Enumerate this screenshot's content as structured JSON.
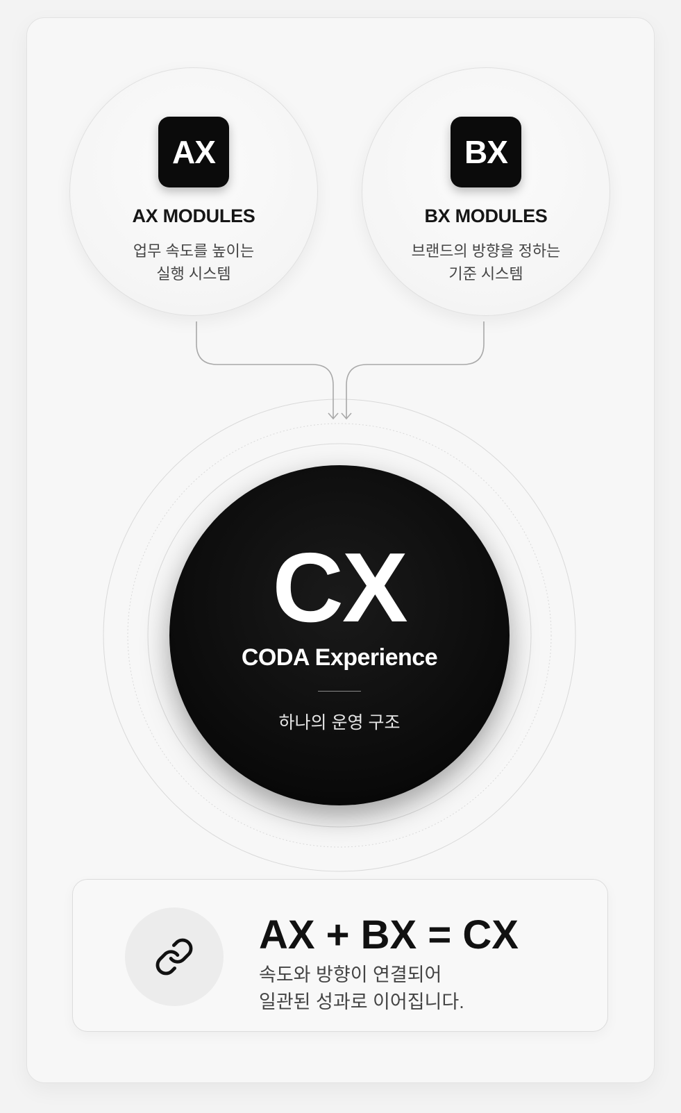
{
  "modules": {
    "ax": {
      "badge": "AX",
      "title": "AX MODULES",
      "description": "업무 속도를 높이는\n실행 시스템"
    },
    "bx": {
      "badge": "BX",
      "title": "BX MODULES",
      "description": "브랜드의 방향을 정하는\n기준 시스템"
    }
  },
  "center": {
    "title": "CX",
    "subtitle": "CODA Experience",
    "description": "하나의 운영 구조"
  },
  "formula": {
    "icon": "link-icon",
    "title": "AX + BX = CX",
    "description": "속도와 방향이 연결되어\n일관된 성과로 이어집니다."
  },
  "colors": {
    "background": "#f3f3f3",
    "card": "#f7f7f7",
    "accent": "#0b0b0b",
    "text": "#111111",
    "muted": "#444444"
  }
}
